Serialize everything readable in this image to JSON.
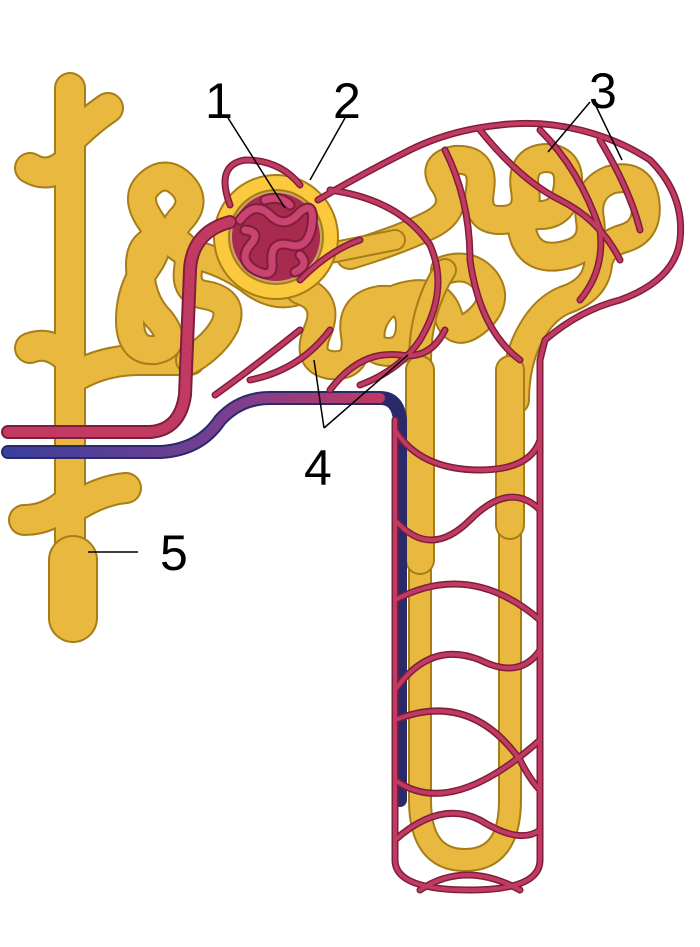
{
  "labels": [
    "1",
    "2",
    "3",
    "4",
    "5"
  ],
  "colors": {
    "tubule": "#e8b93e",
    "tubule_edge": "#a77d18",
    "tubule_light": "#f6d37a",
    "capsule": "#fbc93d",
    "capillary": "#c13a62",
    "capillary_edge": "#7e1e3c",
    "glomerulus": "#a82a4e",
    "vein": "#3b3f9c",
    "leader": "#000000"
  }
}
